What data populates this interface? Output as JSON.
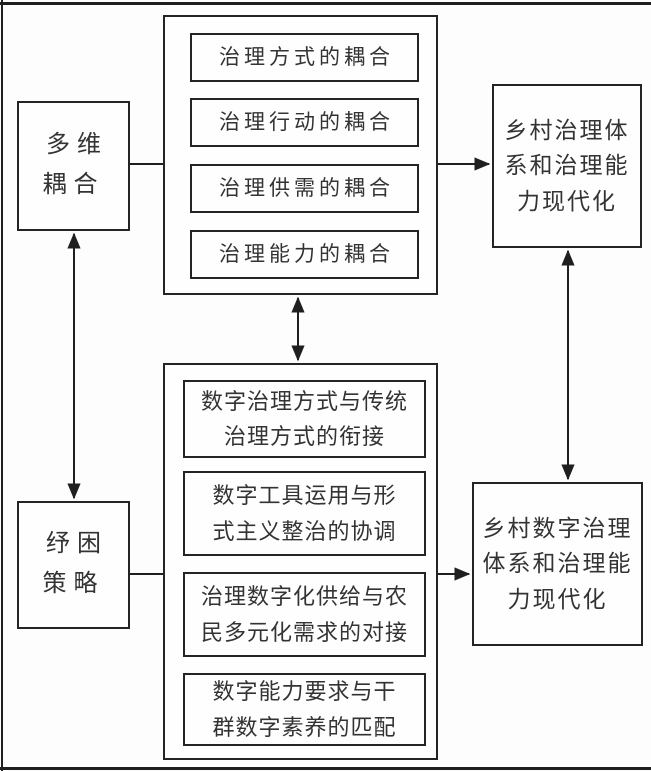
{
  "diagram": {
    "left_column": {
      "coupling_box": {
        "label": "多维\n耦合"
      },
      "strategy_box": {
        "label": "纾困\n策略"
      }
    },
    "coupling_group": {
      "items": [
        {
          "label": "治理方式的耦合"
        },
        {
          "label": "治理行动的耦合"
        },
        {
          "label": "治理供需的耦合"
        },
        {
          "label": "治理能力的耦合"
        }
      ]
    },
    "strategy_group": {
      "items": [
        {
          "label": "数字治理方式与传统\n治理方式的衔接"
        },
        {
          "label": "数字工具运用与形\n式主义整治的协调"
        },
        {
          "label": "治理数字化供给与农\n民多元化需求的对接"
        },
        {
          "label": "数字能力要求与干\n群数字素养的匹配"
        }
      ]
    },
    "right_column": {
      "governance_modernization_box": {
        "label": "乡村治理体\n系和治理能\n力现代化"
      },
      "digital_governance_modernization_box": {
        "label": "乡村数字治理\n体系和治理能\n力现代化"
      }
    },
    "colors": {
      "line": "#1f1f1f",
      "box_border": "#242424",
      "text": "#333333",
      "background": "#fdfdfd"
    }
  }
}
